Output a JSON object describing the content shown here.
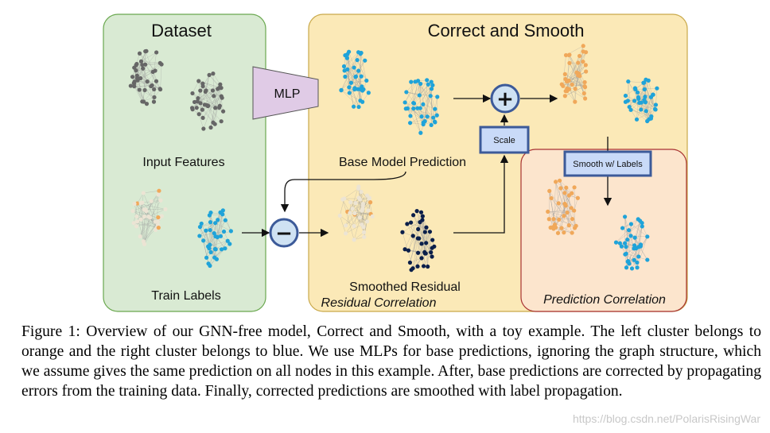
{
  "panels": {
    "dataset_title": "Dataset",
    "cs_title": "Correct and Smooth"
  },
  "labels": {
    "mlp": "MLP",
    "input_features": "Input Features",
    "train_labels": "Train Labels",
    "base_model_prediction": "Base Model Prediction",
    "smoothed_residual": "Smoothed Residual",
    "residual_correlation": "Residual Correlation",
    "prediction_correlation": "Prediction Correlation",
    "scale": "Scale",
    "smooth_w_labels": "Smooth w/ Labels",
    "plus": "+",
    "minus": "−"
  },
  "caption": "Figure 1: Overview of our GNN-free model, Correct and Smooth, with a toy example. The left cluster belongs to orange and the right cluster belongs to blue. We use MLPs for base predictions, ignoring the graph structure, which we assume gives the same prediction on all nodes in this example. After, base predictions are corrected by propagating errors from the training data. Finally, corrected predictions are smoothed with label propagation.",
  "watermark": "https://blog.csdn.net/PolarisRisingWar",
  "colors": {
    "dataset_bg": "#d9ead3",
    "dataset_border": "#6aa84f",
    "cs_bg": "#fbe9b7",
    "cs_border": "#c9a94a",
    "pred_bg": "#fce5cd",
    "pred_border": "#a83232",
    "mlp_fill": "#e0cbe6",
    "box_fill": "#c9daf8",
    "box_border": "#3c5a99",
    "op_fill": "#cfe2f3",
    "gray_node": "#666666",
    "blue_node": "#1fa3d9",
    "orange_node": "#f0a85a",
    "navy_node": "#0b1f4a",
    "pale_node": "#ece4d4"
  }
}
